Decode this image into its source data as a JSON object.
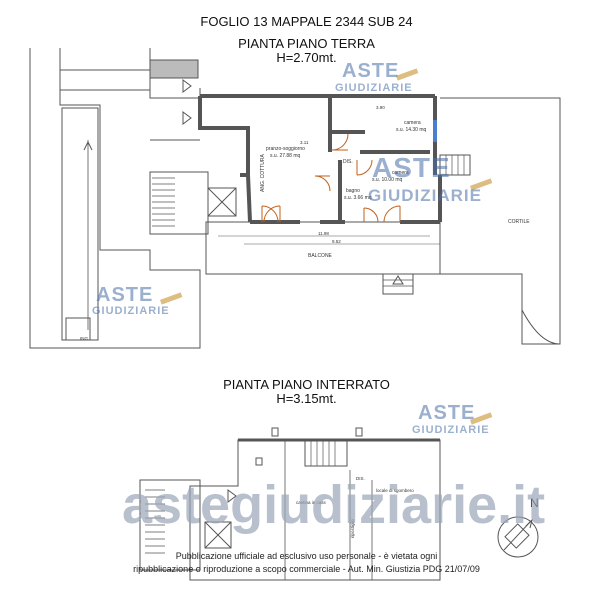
{
  "header": {
    "title": "FOGLIO 13 MAPPALE 2344 SUB 24",
    "plan1_title": "PIANTA PIANO TERRA",
    "plan1_height": "H=2.70mt.",
    "plan2_title": "PIANTA PIANO INTERRATO",
    "plan2_height": "H=3.15mt."
  },
  "ground_floor": {
    "rooms": [
      {
        "name": "pranzo-soggiorno",
        "area": "s.u. 27.88 mq"
      },
      {
        "name": "camera",
        "area": "s.u. 14.30 mq"
      },
      {
        "name": "camera",
        "area": "s.u. 10.00 mq"
      },
      {
        "name": "bagno",
        "area": "s.u. 3.66 mq"
      }
    ],
    "labels": {
      "dis": "DIS.",
      "angolo_cottura": "ANG. COTTURA",
      "balcone": "BALCONE",
      "cortile": "CORTILE",
      "ing": "ING.",
      "dim_balcony_outer": "11.98",
      "dim_balcony_inner": "9.52",
      "dim_room_top": "3.90",
      "dim_room_mid": "3.11"
    }
  },
  "basement": {
    "labels": {
      "cantina": "cantina in cass",
      "dis": "DIS.",
      "ripostiglio": "ripostiglio",
      "locale": "locale di sgombero",
      "north": "N"
    }
  },
  "watermarks": {
    "brand_top": "ASTE",
    "brand_bottom": "GIUDIZIARIE",
    "site": "astegiudiziarie.it"
  },
  "footer": {
    "line1": "Pubblicazione ufficiale ad esclusivo uso personale - è vietata ogni",
    "line2": "ripubblicazione o riproduzione a scopo commerciale - Aut. Min. Giustizia PDG 21/07/09"
  },
  "colors": {
    "wall": "#555555",
    "wall_fill": "#9a9a9a",
    "door": "#c0601a",
    "watermark": "#4a6fa8",
    "gavel": "#c8922e"
  }
}
